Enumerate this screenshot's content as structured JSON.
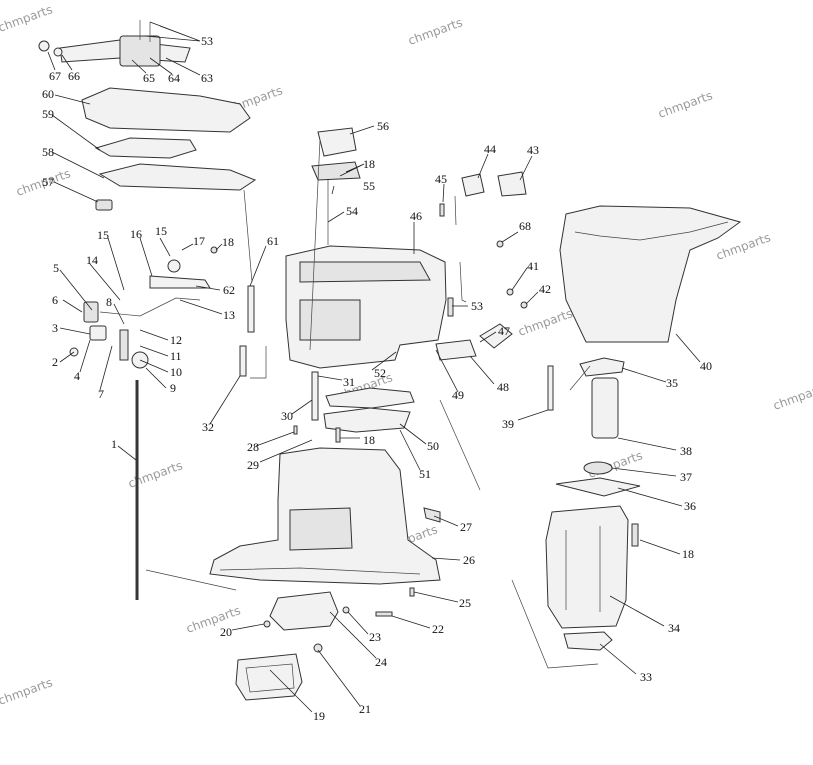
{
  "watermark": "chmparts",
  "callouts": [
    {
      "n": "53"
    },
    {
      "n": "67"
    },
    {
      "n": "66"
    },
    {
      "n": "65"
    },
    {
      "n": "64"
    },
    {
      "n": "63"
    },
    {
      "n": "60"
    },
    {
      "n": "59"
    },
    {
      "n": "58"
    },
    {
      "n": "57"
    },
    {
      "n": "56"
    },
    {
      "n": "18"
    },
    {
      "n": "55"
    },
    {
      "n": "54"
    },
    {
      "n": "44"
    },
    {
      "n": "43"
    },
    {
      "n": "45"
    },
    {
      "n": "46"
    },
    {
      "n": "68"
    },
    {
      "n": "15"
    },
    {
      "n": "16"
    },
    {
      "n": "15"
    },
    {
      "n": "17"
    },
    {
      "n": "18"
    },
    {
      "n": "61"
    },
    {
      "n": "14"
    },
    {
      "n": "5"
    },
    {
      "n": "62"
    },
    {
      "n": "41"
    },
    {
      "n": "42"
    },
    {
      "n": "53"
    },
    {
      "n": "6"
    },
    {
      "n": "8"
    },
    {
      "n": "13"
    },
    {
      "n": "3"
    },
    {
      "n": "12"
    },
    {
      "n": "47"
    },
    {
      "n": "11"
    },
    {
      "n": "2"
    },
    {
      "n": "4"
    },
    {
      "n": "10"
    },
    {
      "n": "9"
    },
    {
      "n": "7"
    },
    {
      "n": "52"
    },
    {
      "n": "31"
    },
    {
      "n": "48"
    },
    {
      "n": "49"
    },
    {
      "n": "40"
    },
    {
      "n": "35"
    },
    {
      "n": "32"
    },
    {
      "n": "30"
    },
    {
      "n": "39"
    },
    {
      "n": "18"
    },
    {
      "n": "50"
    },
    {
      "n": "28"
    },
    {
      "n": "38"
    },
    {
      "n": "1"
    },
    {
      "n": "29"
    },
    {
      "n": "51"
    },
    {
      "n": "37"
    },
    {
      "n": "36"
    },
    {
      "n": "27"
    },
    {
      "n": "18"
    },
    {
      "n": "26"
    },
    {
      "n": "25"
    },
    {
      "n": "34"
    },
    {
      "n": "22"
    },
    {
      "n": "20"
    },
    {
      "n": "23"
    },
    {
      "n": "24"
    },
    {
      "n": "33"
    },
    {
      "n": "21"
    },
    {
      "n": "19"
    }
  ]
}
